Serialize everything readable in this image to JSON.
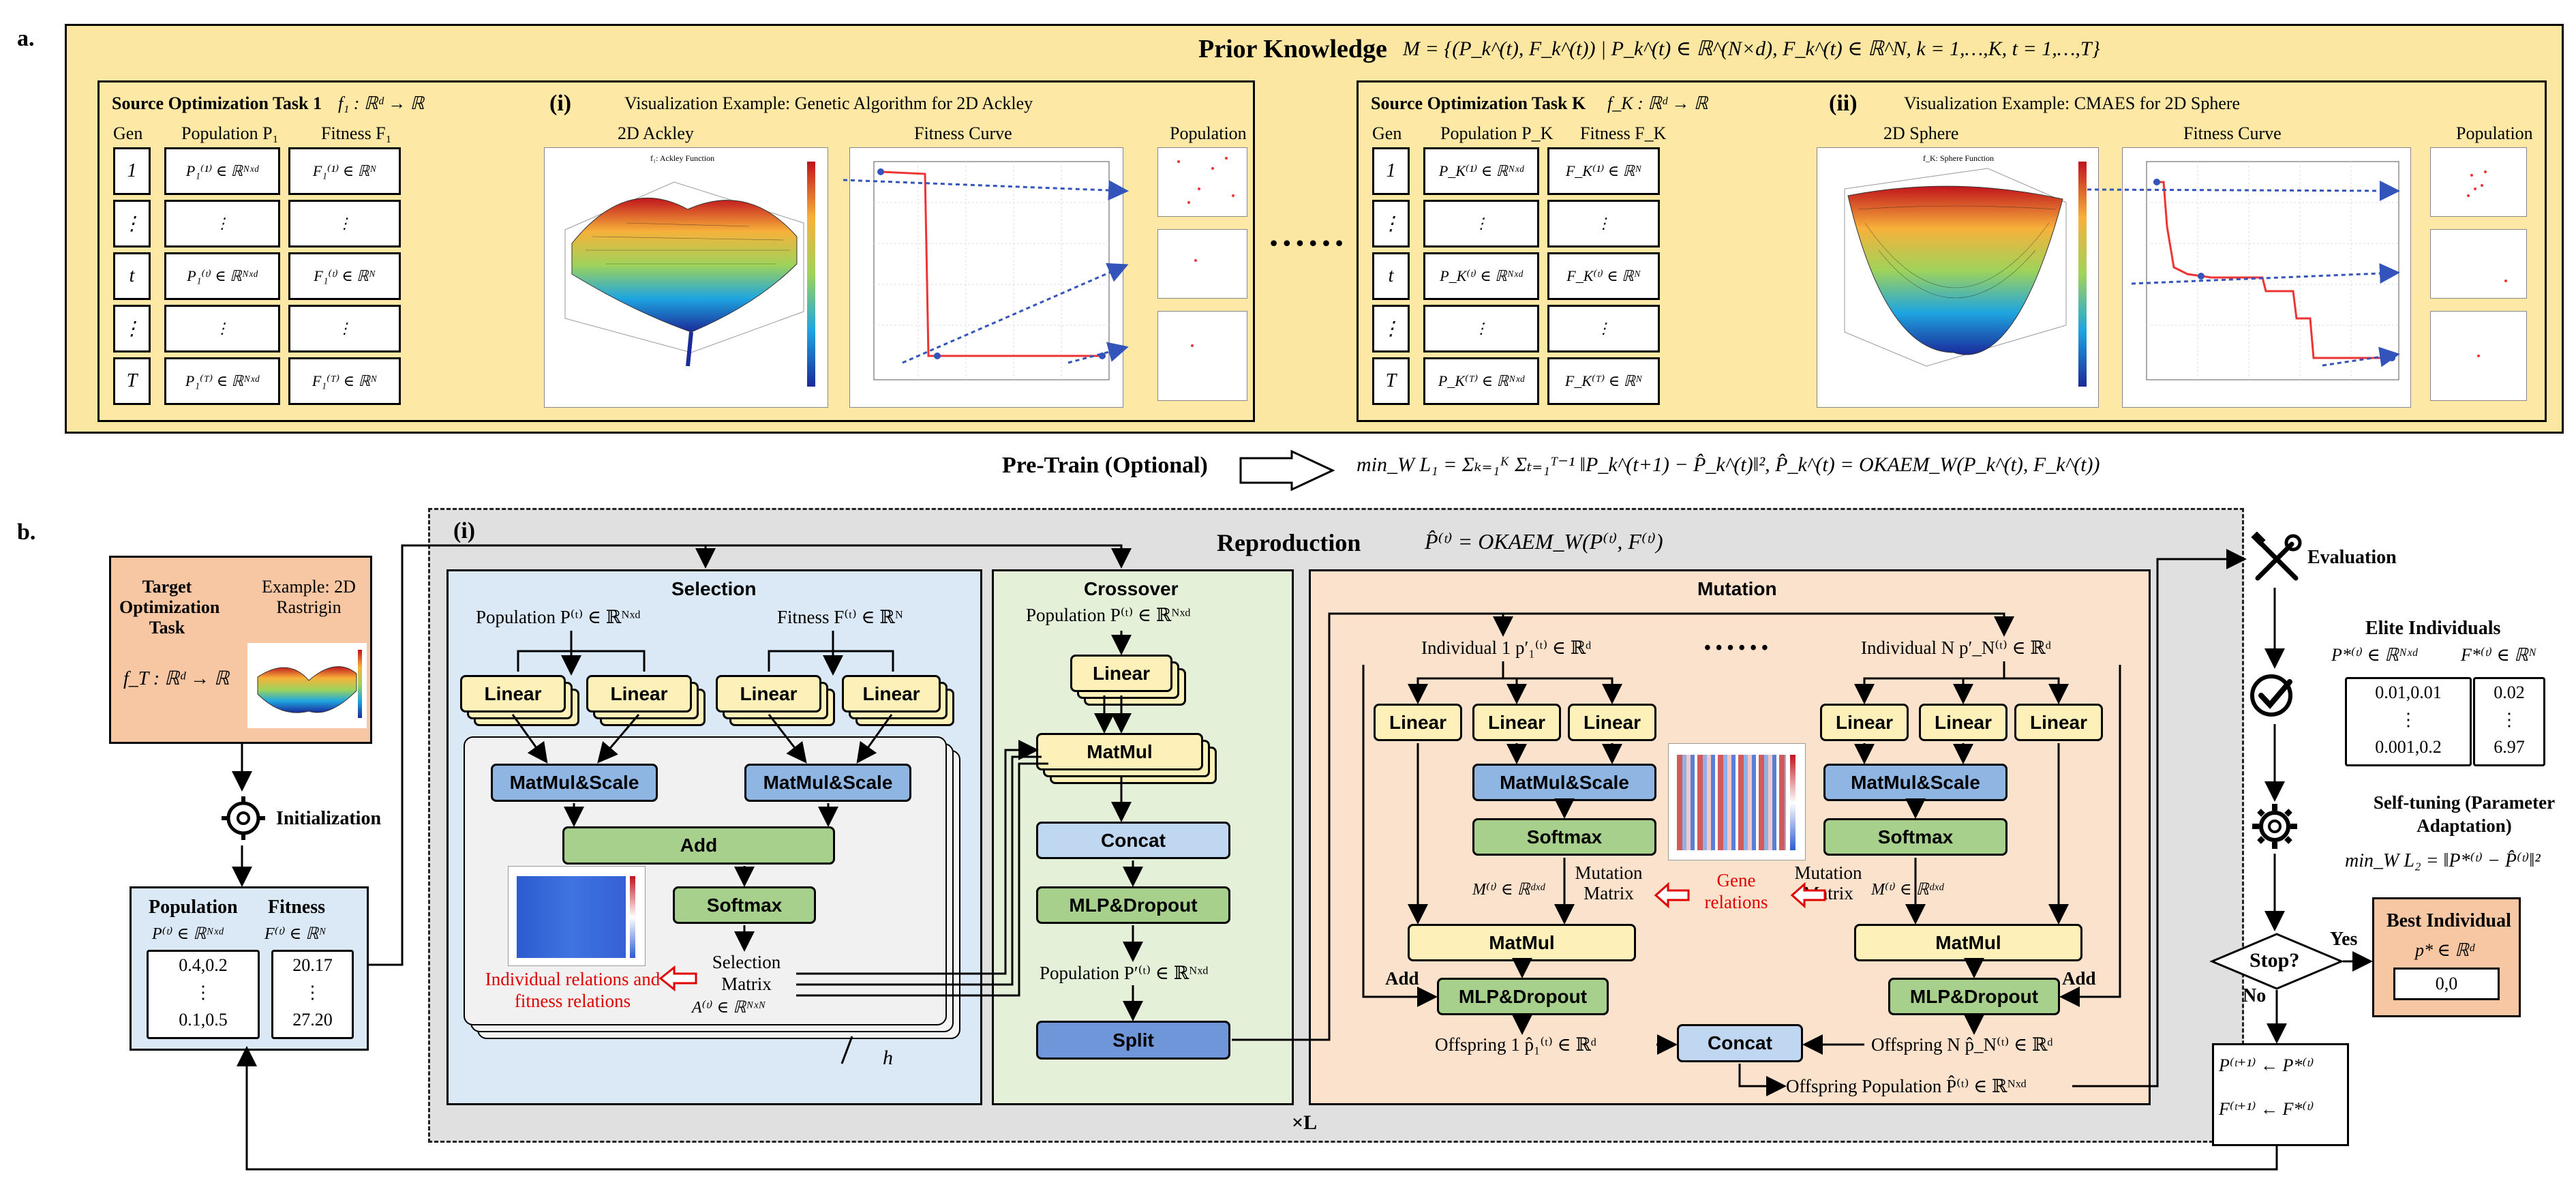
{
  "panel_a": {
    "label": "a.",
    "title": "Prior Knowledge",
    "title_formula": "M = {(P_k^(t), F_k^(t)) | P_k^(t) ∈ ℝ^(N×d), F_k^(t) ∈ ℝ^N, k = 1,…,K, t = 1,…,T}",
    "ellipsis": "• • • • • •",
    "task1": {
      "title": "Source Optimization Task 1",
      "formula": "f₁ : ℝᵈ → ℝ",
      "roman": "(i)",
      "vis_label": "Visualization Example:  Genetic Algorithm for 2D Ackley",
      "headers": [
        "Gen",
        "Population P₁",
        "Fitness F₁"
      ],
      "gens": [
        "1",
        "⋮",
        "t",
        "⋮",
        "T"
      ],
      "pops": [
        "P₁⁽¹⁾ ∈ ℝᴺˣᵈ",
        "⋮",
        "P₁⁽ᵗ⁾ ∈ ℝᴺˣᵈ",
        "⋮",
        "P₁⁽ᵀ⁾ ∈ ℝᴺˣᵈ"
      ],
      "fits": [
        "F₁⁽¹⁾ ∈ ℝᴺ",
        "⋮",
        "F₁⁽ᵗ⁾ ∈ ℝᴺ",
        "⋮",
        "F₁⁽ᵀ⁾ ∈ ℝᴺ"
      ],
      "plot1": "2D Ackley",
      "plot1_sub": "f₁: Ackley Function",
      "plot2": "Fitness Curve",
      "plot3": "Population"
    },
    "taskK": {
      "title": "Source Optimization Task K",
      "formula": "f_K : ℝᵈ → ℝ",
      "roman": "(ii)",
      "vis_label": "Visualization Example:  CMAES for 2D Sphere",
      "headers": [
        "Gen",
        "Population P_K",
        "Fitness F_K"
      ],
      "gens": [
        "1",
        "⋮",
        "t",
        "⋮",
        "T"
      ],
      "pops": [
        "P_K⁽¹⁾ ∈ ℝᴺˣᵈ",
        "⋮",
        "P_K⁽ᵗ⁾ ∈ ℝᴺˣᵈ",
        "⋮",
        "P_K⁽ᵀ⁾ ∈ ℝᴺˣᵈ"
      ],
      "fits": [
        "F_K⁽¹⁾ ∈ ℝᴺ",
        "⋮",
        "F_K⁽ᵗ⁾ ∈ ℝᴺ",
        "⋮",
        "F_K⁽ᵀ⁾ ∈ ℝᴺ"
      ],
      "plot1": "2D Sphere",
      "plot1_sub": "f_K: Sphere Function",
      "plot2": "Fitness Curve",
      "plot3": "Population"
    }
  },
  "pretrain": {
    "label": "Pre-Train (Optional)",
    "formula": "min_W  L₁ = Σₖ₌₁ᴷ Σₜ₌₁ᵀ⁻¹ ‖P_k^(t+1) − P̂_k^(t)‖²,  P̂_k^(t) = OKAEM_W(P_k^(t), F_k^(t))"
  },
  "panel_b": {
    "label": "b.",
    "roman": "(i)",
    "title": "Reproduction",
    "title_formula": "P̂⁽ᵗ⁾ = OKAEM_W(P⁽ᵗ⁾, F⁽ᵗ⁾)",
    "repeat": "×L",
    "target": {
      "title": "Target Optimization Task",
      "formula": "f_T : ℝᵈ → ℝ",
      "example": "Example: 2D Rastrigin"
    },
    "initialization": "Initialization",
    "popfit": {
      "pop_title": "Population",
      "fit_title": "Fitness",
      "pop_formula": "P⁽ᵗ⁾ ∈ ℝᴺˣᵈ",
      "fit_formula": "F⁽ᵗ⁾ ∈ ℝᴺ",
      "pop_vals": [
        "0.4,0.2",
        "⋮",
        "0.1,0.5"
      ],
      "fit_vals": [
        "20.17",
        "⋮",
        "27.20"
      ]
    },
    "selection": {
      "title": "Selection",
      "pop_in": "Population  P⁽ᵗ⁾ ∈ ℝᴺˣᵈ",
      "fit_in": "Fitness   F⁽ᵗ⁾ ∈ ℝᴺ",
      "linear": "Linear",
      "matmul_scale": "MatMul&Scale",
      "add": "Add",
      "softmax": "Softmax",
      "sel_matrix": "Selection Matrix",
      "matrix_formula": "A⁽ᵗ⁾ ∈ ℝᴺˣᴺ",
      "relations": "Individual relations and fitness relations",
      "h": "h"
    },
    "crossover": {
      "title": "Crossover",
      "pop_in": "Population  P⁽ᵗ⁾ ∈ ℝᴺˣᵈ",
      "linear": "Linear",
      "matmul": "MatMul",
      "concat": "Concat",
      "mlp": "MLP&Dropout",
      "pop_out": "Population  P′⁽ᵗ⁾ ∈ ℝᴺˣᵈ",
      "split": "Split"
    },
    "mutation": {
      "title": "Mutation",
      "ind1": "Individual 1   p′₁⁽ᵗ⁾ ∈ ℝᵈ",
      "indN": "Individual N   p′_N⁽ᵗ⁾ ∈ ℝᵈ",
      "dots": "• • • • • •",
      "linear": "Linear",
      "matmul_scale": "MatMul&Scale",
      "softmax": "Softmax",
      "mut_matrix": "Mutation Matrix",
      "matrix_formula": "M⁽ᵗ⁾ ∈ ℝᵈˣᵈ",
      "gene": "Gene relations",
      "matmul": "MatMul",
      "add": "Add",
      "mlp": "MLP&Dropout",
      "off1": "Offspring 1   p̂₁⁽ᵗ⁾ ∈ ℝᵈ",
      "offN": "Offspring N   p̂_N⁽ᵗ⁾ ∈ ℝᵈ",
      "concat": "Concat",
      "offpop": "Offspring Population   P̂⁽ᵗ⁾ ∈ ℝᴺˣᵈ"
    },
    "right": {
      "evaluation": "Evaluation",
      "elite_title": "Elite Individuals",
      "elite_p": "P*⁽ᵗ⁾ ∈ ℝᴺˣᵈ",
      "elite_f": "F*⁽ᵗ⁾ ∈ ℝᴺ",
      "elite_p_vals": [
        "0.01,0.01",
        "⋮",
        "0.001,0.2"
      ],
      "elite_f_vals": [
        "0.02",
        "⋮",
        "6.97"
      ],
      "selftune": "Self-tuning (Parameter Adaptation)",
      "selftune_formula": "min_W  L₂ = ‖P*⁽ᵗ⁾ − P̂⁽ᵗ⁾‖²",
      "stop": "Stop?",
      "yes": "Yes",
      "no": "No",
      "best_title": "Best Individual",
      "best_formula": "p* ∈ ℝᵈ",
      "best_val": "0,0",
      "update_p": "P⁽ᵗ⁺¹⁾ ← P*⁽ᵗ⁾",
      "update_f": "F⁽ᵗ⁺¹⁾ ← F*⁽ᵗ⁾"
    }
  },
  "colors": {
    "panel_a_bg": "#fbe6a2",
    "selection_bg": "#dbe8f6",
    "crossover_bg": "#e4f0d8",
    "mutation_bg": "#fbe2cd",
    "linear": "#fdf0b8",
    "matmul_scale": "#8fb5e3",
    "green_block": "#a8d08d",
    "split": "#6f96d8",
    "accent_red": "#e00000"
  },
  "icons": [
    "wrench-gear-icon",
    "tools-icon",
    "check-circle-icon",
    "gear-icon",
    "hollow-arrow-down-icon"
  ]
}
